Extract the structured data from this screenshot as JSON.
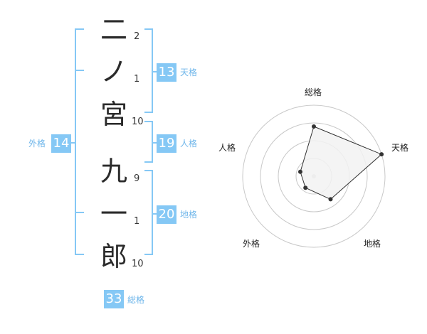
{
  "name": {
    "characters": [
      {
        "char": "二",
        "strokes": "2"
      },
      {
        "char": "ノ",
        "strokes": "1"
      },
      {
        "char": "宮",
        "strokes": "10"
      },
      {
        "char": "九",
        "strokes": "9"
      },
      {
        "char": "一",
        "strokes": "1"
      },
      {
        "char": "郎",
        "strokes": "10"
      }
    ]
  },
  "grades": {
    "ten": {
      "value": "13",
      "label": "天格"
    },
    "jin": {
      "value": "19",
      "label": "人格"
    },
    "chi": {
      "value": "20",
      "label": "地格"
    },
    "gai": {
      "value": "14",
      "label": "外格"
    },
    "sou": {
      "value": "33",
      "label": "総格"
    }
  },
  "colors": {
    "bracket": "#85c8f5",
    "badge": "#85c8f5",
    "badge_text": "#6fb6ea",
    "ring": "#c8c8c8",
    "polygon_fill": "#f2f2f2",
    "polygon_stroke": "#333333"
  },
  "chart_data": {
    "type": "radar",
    "axes": [
      "総格",
      "天格",
      "地格",
      "外格",
      "人格"
    ],
    "ring_count": 4,
    "max": 5,
    "values": [
      3.5,
      5,
      2,
      1,
      1
    ]
  }
}
